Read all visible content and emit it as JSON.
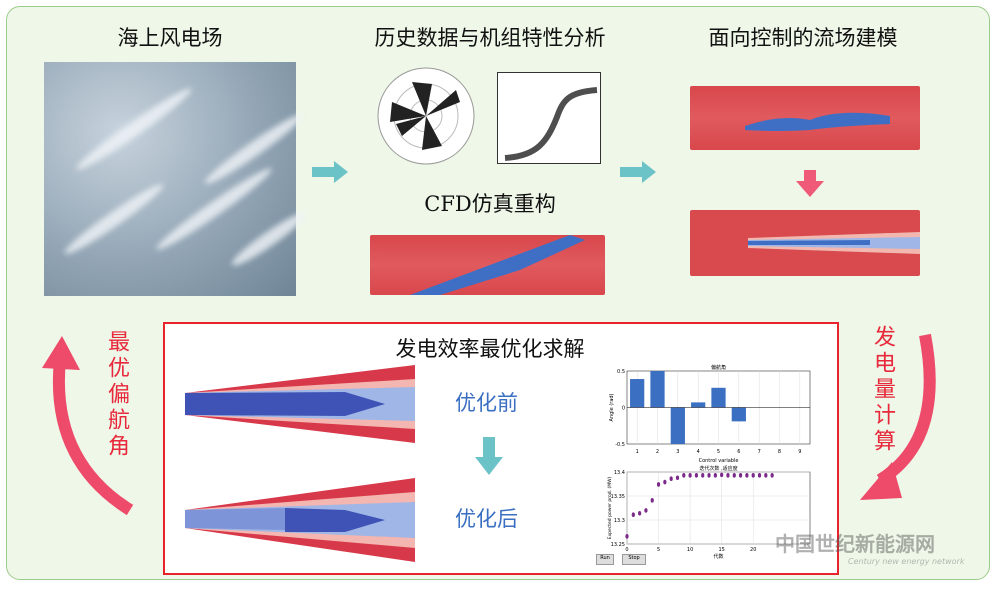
{
  "titles": {
    "offshore": "海上风电场",
    "history": "历史数据与机组特性分析",
    "cfd": "CFD仿真重构",
    "control": "面向控制的流场建模",
    "optimize": "发电效率最优化求解",
    "before": "优化前",
    "after": "优化后",
    "yaw": "最优偏航角",
    "power": "发电量计算"
  },
  "chart_data": [
    {
      "type": "bar",
      "title": "偏航角",
      "xlabel": "Control variable",
      "ylabel": "Angle (rad)",
      "categories": [
        "1",
        "2",
        "3",
        "4",
        "5",
        "6",
        "7",
        "8",
        "9"
      ],
      "values": [
        0.39,
        0.5,
        -0.5,
        0.07,
        0.27,
        -0.19,
        null,
        null,
        null
      ],
      "ylim": [
        -0.5,
        0.5
      ],
      "yticks": [
        "-0.5",
        "0",
        "0.5"
      ],
      "color": "#3a6fc2"
    },
    {
      "type": "scatter",
      "title": "迭代次数 ,适应度",
      "xlabel": "代数",
      "ylabel": "Expected power prod. (MW)",
      "x": [
        0,
        1,
        2,
        3,
        4,
        5,
        6,
        7,
        8,
        9,
        10,
        11,
        12,
        13,
        14,
        15,
        16,
        17,
        18,
        19,
        20,
        21,
        22,
        23
      ],
      "y": [
        13.266,
        13.311,
        13.314,
        13.32,
        13.341,
        13.374,
        13.379,
        13.386,
        13.388,
        13.393,
        13.393,
        13.393,
        13.393,
        13.393,
        13.393,
        13.394,
        13.393,
        13.393,
        13.393,
        13.393,
        13.393,
        13.393,
        13.393,
        13.393
      ],
      "xlim": [
        0,
        29
      ],
      "ylim": [
        13.25,
        13.4
      ],
      "xticks": [
        "0",
        "5",
        "10",
        "15",
        "20"
      ],
      "yticks": [
        "13.25",
        "13.3",
        "13.35",
        "13.4"
      ],
      "color": "#7b2a8a"
    }
  ],
  "buttons": [
    "Run",
    "Stop"
  ],
  "watermark": {
    "cn": "中国世纪新能源网",
    "en": "Century new energy network"
  }
}
